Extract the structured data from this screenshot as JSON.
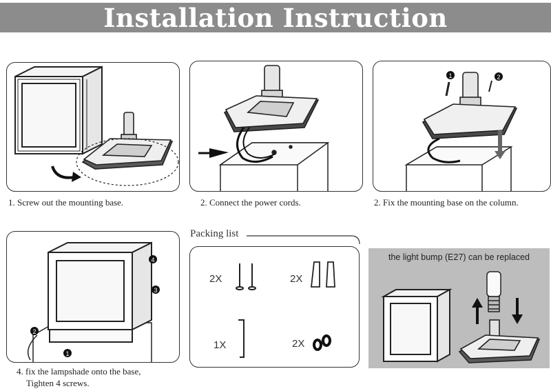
{
  "title": "Installation Instruction",
  "steps": [
    {
      "caption": "1. Screw out the mounting base."
    },
    {
      "caption": "2. Connect the power cords."
    },
    {
      "caption": "2. Fix the mounting base on the column."
    },
    {
      "caption_line1": "4. fix the lampshade onto the base,",
      "caption_line2": "Tighten 4 screws."
    }
  ],
  "callouts": {
    "one": "1",
    "two": "2",
    "three": "3",
    "four": "4"
  },
  "packing_list": {
    "title": "Packing list",
    "items": [
      {
        "qty": "2X",
        "icon": "screw-icon"
      },
      {
        "qty": "2X",
        "icon": "wall-anchor-icon"
      },
      {
        "qty": "1X",
        "icon": "hex-key-icon"
      },
      {
        "qty": "2X",
        "icon": "rubber-ring-icon"
      }
    ]
  },
  "replace_note": {
    "label": "the light bump (E27) can be replaced"
  },
  "colors": {
    "banner": "#8c8c8c",
    "banner_text": "#ffffff",
    "note_panel": "#bdbdbd",
    "ink": "#222222"
  }
}
